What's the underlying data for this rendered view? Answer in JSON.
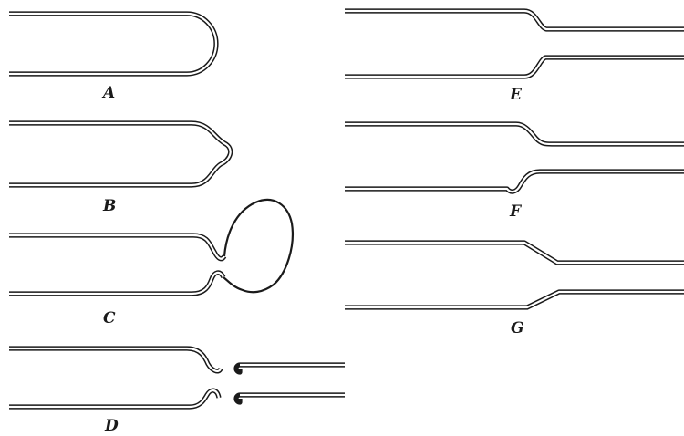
{
  "panels": [
    {
      "id": "A",
      "label": "A"
    },
    {
      "id": "B",
      "label": "B"
    },
    {
      "id": "C",
      "label": "C"
    },
    {
      "id": "D",
      "label": "D"
    },
    {
      "id": "E",
      "label": "E"
    },
    {
      "id": "F",
      "label": "F"
    },
    {
      "id": "G",
      "label": "G"
    }
  ],
  "colors": {
    "line": "#1a1a1a",
    "background": "#ffffff"
  }
}
